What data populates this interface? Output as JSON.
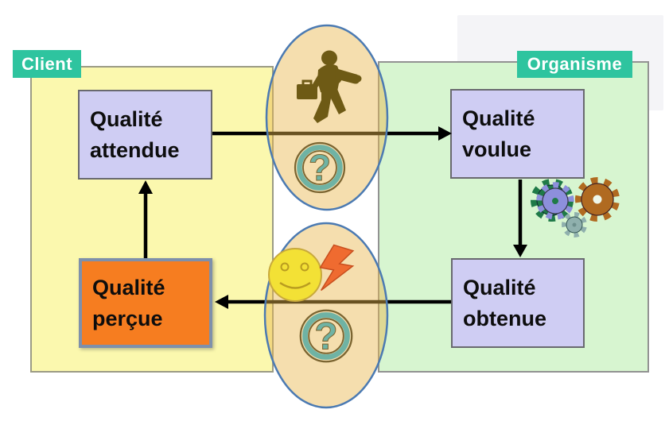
{
  "zones": {
    "client": {
      "label": "Client"
    },
    "organisme": {
      "label": "Organisme"
    }
  },
  "boxes": {
    "attendue": {
      "label": "Qualité attendue"
    },
    "voulue": {
      "label": "Qualité voulue"
    },
    "obtenue": {
      "label": "Qualité obtenue"
    },
    "percue": {
      "label": "Qualité perçue"
    }
  },
  "arrows": [
    {
      "from": "Qualité attendue",
      "to": "Qualité voulue"
    },
    {
      "from": "Qualité voulue",
      "to": "Qualité obtenue"
    },
    {
      "from": "Qualité obtenue",
      "to": "Qualité perçue"
    },
    {
      "from": "Qualité perçue",
      "to": "Qualité attendue"
    }
  ],
  "icons": {
    "businessman": "businessman-icon",
    "question_mark_glyph": "?",
    "smiley": "smiley-face-icon",
    "lightning": "lightning-bolt-icon",
    "gears": "gears-icon"
  },
  "colors": {
    "badge_teal": "#2ec49f",
    "client_zone_yellow": "#fbf8ae",
    "organisme_zone_green": "#d7f5d0",
    "box_lavender": "#cfcdf3",
    "box_percue_orange": "#f67d20",
    "ellipse_tan": "#e8b64b",
    "ellipse_border_blue": "#4b7ab2",
    "silhouette_brown": "#6e5a15",
    "question_mark_teal": "#6fb3a4",
    "arrow_black": "#000000"
  }
}
